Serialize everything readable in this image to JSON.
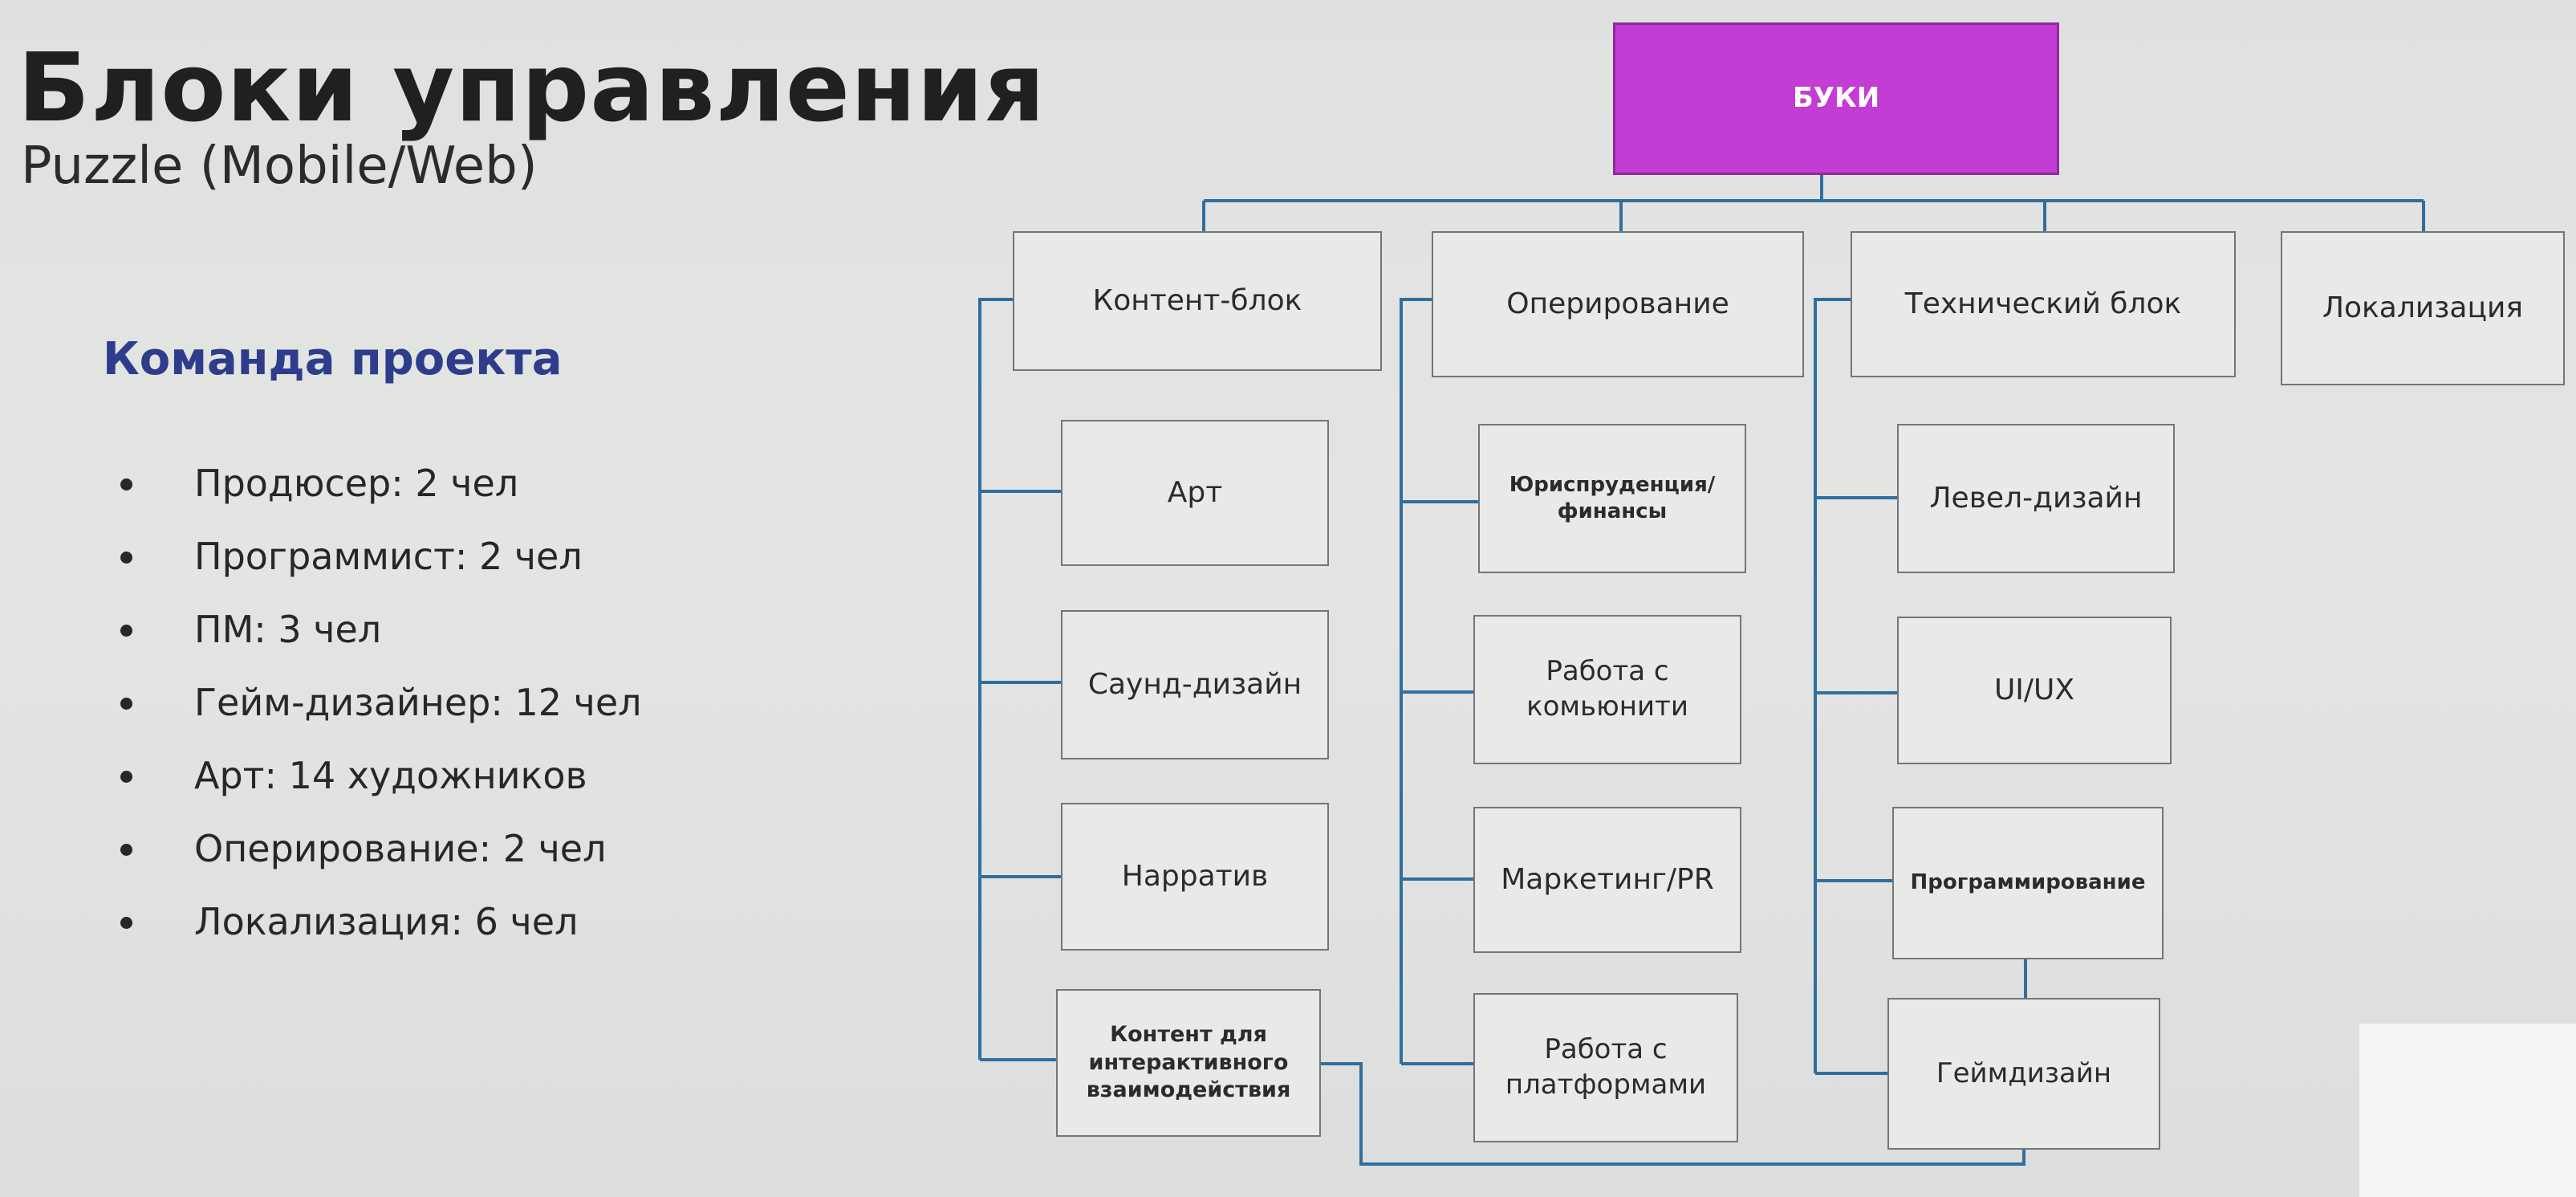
{
  "slide": {
    "title": "Блоки управления",
    "subtitle": "Puzzle (Mobile/Web)"
  },
  "team": {
    "heading": "Команда проекта",
    "members": [
      "Продюсер: 2 чел",
      "Программист: 2 чел",
      "ПМ: 3 чел",
      "Гейм-дизайнер: 12 чел",
      "Арт: 14 художников",
      "Оперирование: 2 чел",
      "Локализация: 6 чел"
    ]
  },
  "org_chart": {
    "root": "БУКИ",
    "blocks": {
      "content": {
        "label": "Контент-блок",
        "children": [
          "Арт",
          "Саунд-дизайн",
          "Нарратив",
          "Контент для интерактивного взаимодействия"
        ]
      },
      "operations": {
        "label": "Оперирование",
        "children": [
          "Юриспруденция/ финансы",
          "Работа с комьюнити",
          "Маркетинг/PR",
          "Работа с платформами"
        ]
      },
      "technical": {
        "label": "Технический блок",
        "children": [
          "Левел-дизайн",
          "UI/UX",
          "Программирование",
          "Геймдизайн"
        ]
      },
      "localization": {
        "label": "Локализация"
      }
    }
  },
  "colors": {
    "root_fill": "#c33cd4",
    "connector": "#2f6f9f",
    "title_text": "#1f2022",
    "heading_text": "#2e3c8c"
  }
}
